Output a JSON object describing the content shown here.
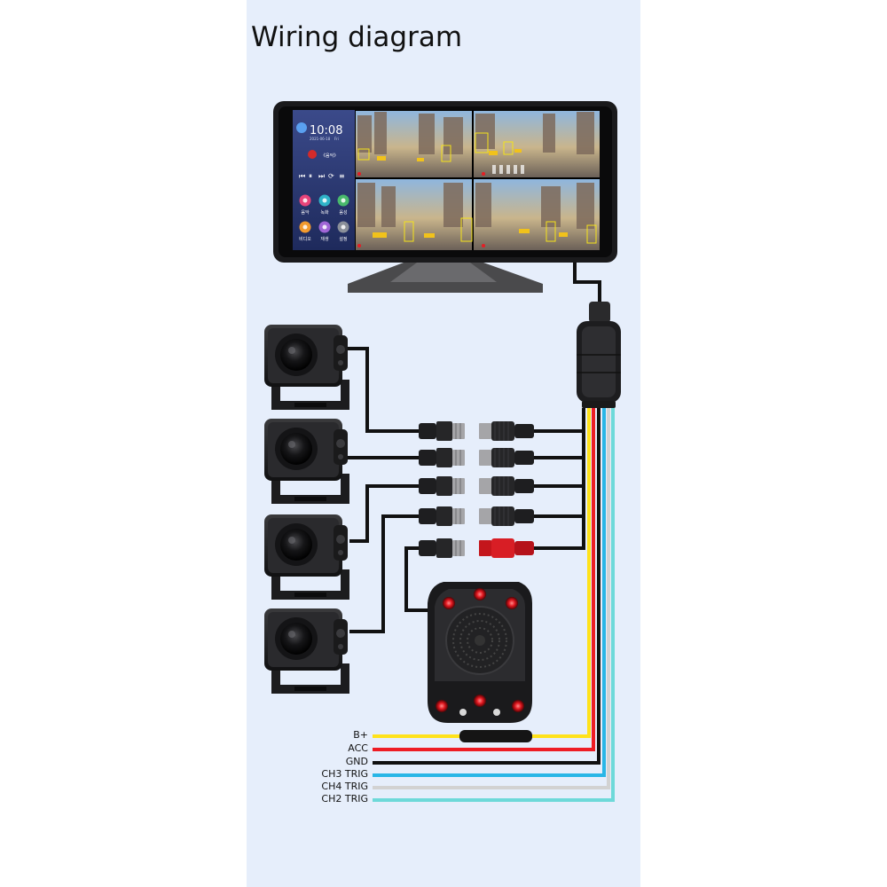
{
  "title": "Wiring diagram",
  "monitor": {
    "clock_time": "10:08",
    "clock_date": "2021-06-18",
    "clock_day": "Fri",
    "music_label": "《음악》",
    "apps": [
      {
        "label": "음악",
        "color": "#e8447a"
      },
      {
        "label": "녹화",
        "color": "#2fb3c8"
      },
      {
        "label": "음성",
        "color": "#49b96c"
      },
      {
        "label": "비디오",
        "color": "#f29a2e"
      },
      {
        "label": "재생",
        "color": "#a066d6"
      },
      {
        "label": "설정",
        "color": "#8a8f99"
      }
    ]
  },
  "wires": [
    {
      "label": "B+",
      "color": "#ffe21a"
    },
    {
      "label": "ACC",
      "color": "#ee1c24"
    },
    {
      "label": "GND",
      "color": "#111111"
    },
    {
      "label": "CH3 TRIG",
      "color": "#29b6e6"
    },
    {
      "label": "CH4 TRIG",
      "color": "#d2d2d2"
    },
    {
      "label": "CH2 TRIG",
      "color": "#6ed9d9"
    }
  ],
  "colors": {
    "panel": "#e6eefb",
    "cable": "#111111"
  }
}
